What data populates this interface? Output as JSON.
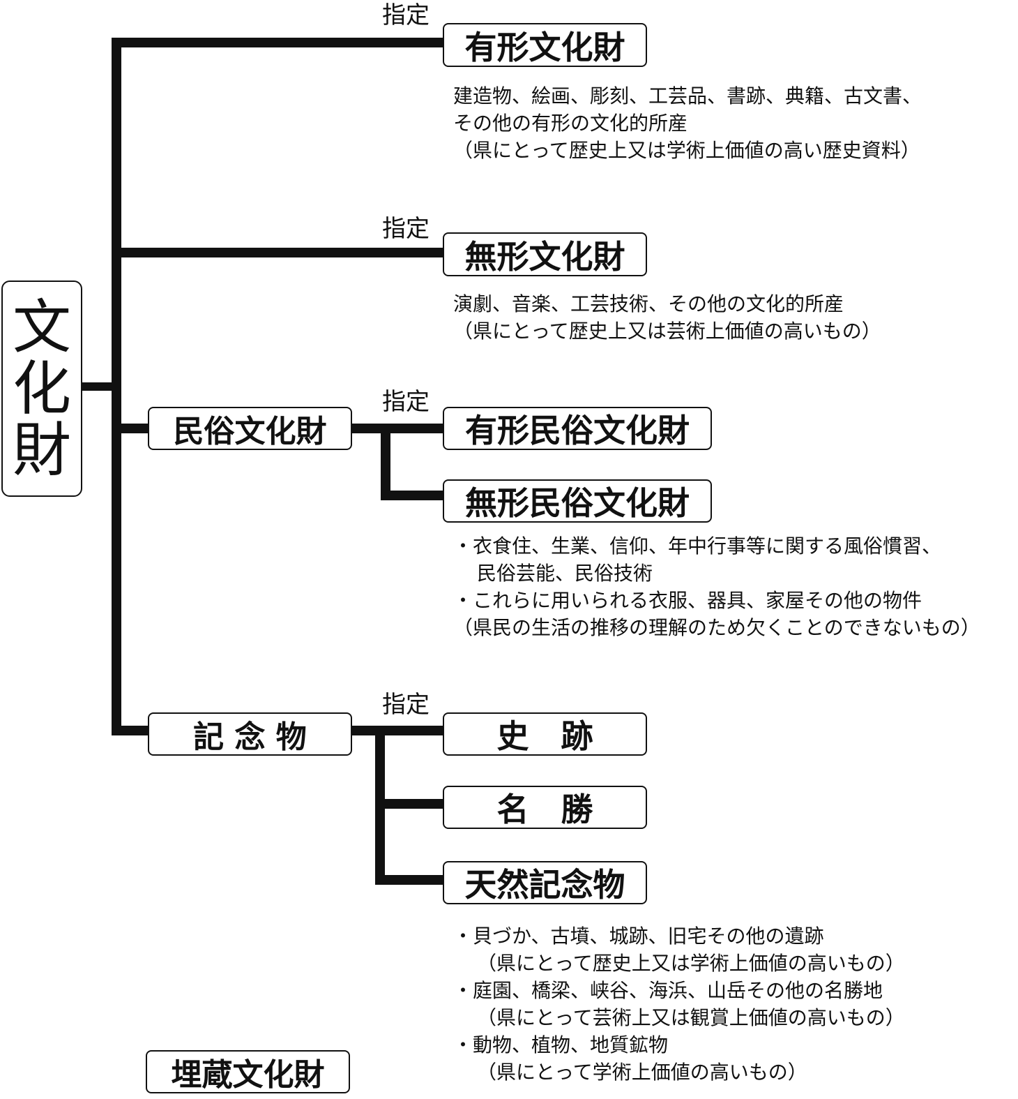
{
  "root": {
    "chars": [
      "文",
      "化",
      "財"
    ]
  },
  "designation_label": "指定",
  "categories": {
    "tangible": {
      "label": "有形文化財",
      "description": [
        "建造物、絵画、彫刻、工芸品、書跡、典籍、古文書、",
        "その他の有形の文化的所産",
        "（県にとって歴史上又は学術上価値の高い歴史資料）"
      ]
    },
    "intangible": {
      "label": "無形文化財",
      "description": [
        "演劇、音楽、工芸技術、その他の文化的所産",
        "（県にとって歴史上又は芸術上価値の高いもの）"
      ]
    },
    "folk": {
      "label": "民俗文化財",
      "children": [
        "有形民俗文化財",
        "無形民俗文化財"
      ],
      "description": [
        "・衣食住、生業、信仰、年中行事等に関する風俗慣習、",
        "民俗芸能、民俗技術",
        "・これらに用いられる衣服、器具、家屋その他の物件",
        "（県民の生活の推移の理解のため欠くことのできないもの）"
      ]
    },
    "monuments": {
      "label": "記 念 物",
      "children": [
        "史　跡",
        "名　勝",
        "天然記念物"
      ],
      "description": [
        "・貝づか、古墳、城跡、旧宅その他の遺跡",
        "（県にとって歴史上又は学術上価値の高いもの）",
        "・庭園、橋梁、峡谷、海浜、山岳その他の名勝地",
        "（県にとって芸術上又は観賞上価値の高いもの）",
        "・動物、植物、地質鉱物",
        "（県にとって学術上価値の高いもの）"
      ]
    },
    "buried": {
      "label": "埋蔵文化財"
    }
  }
}
